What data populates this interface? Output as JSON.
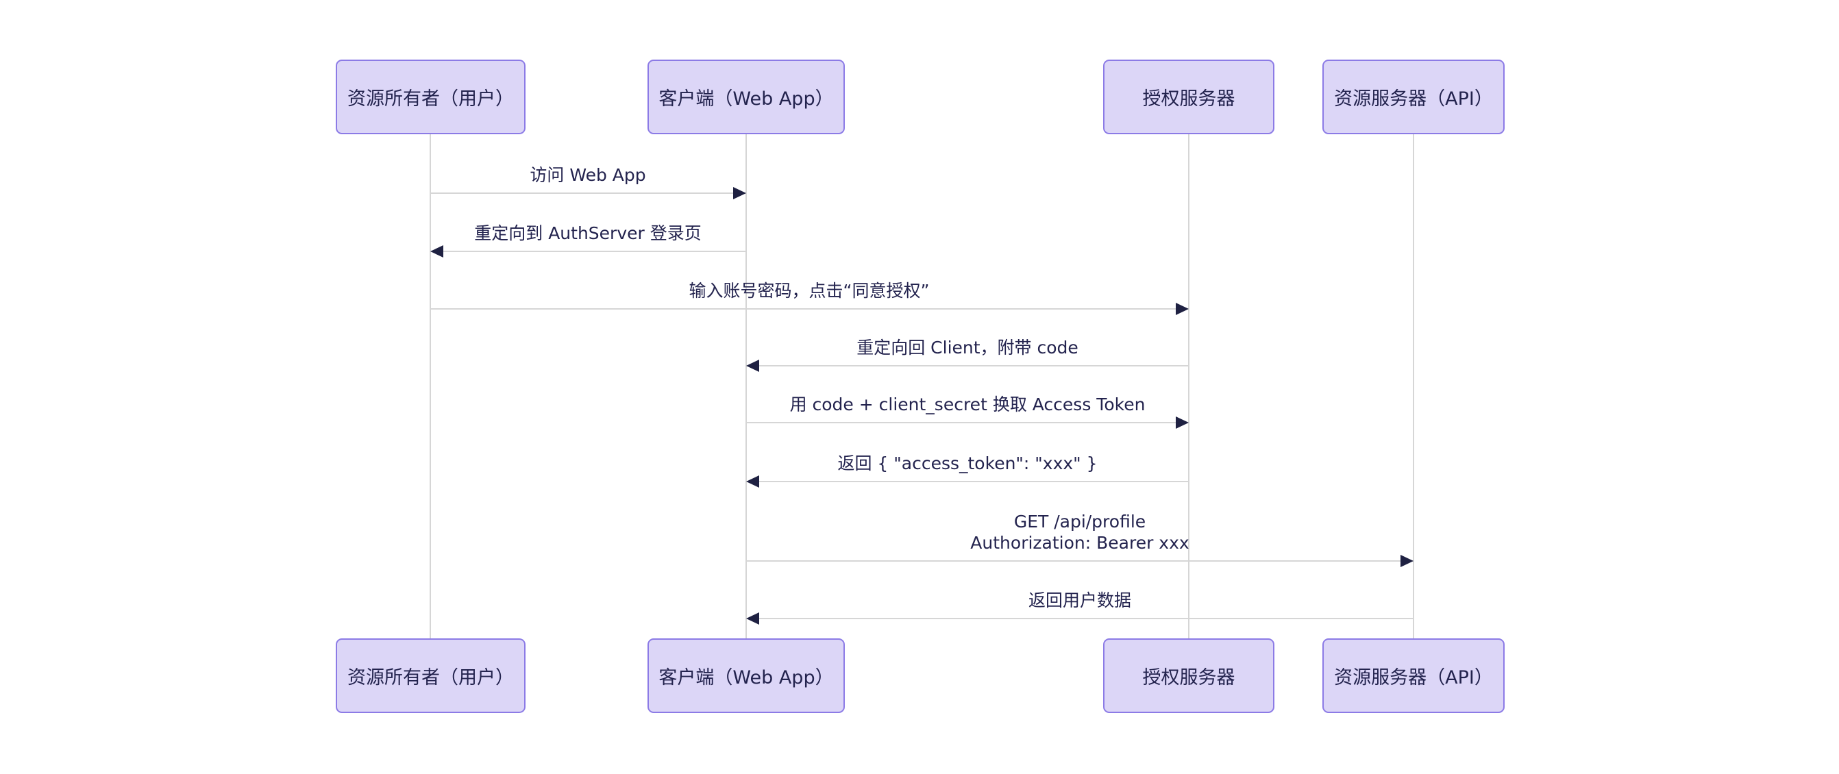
{
  "diagram_type": "sequence-diagram",
  "topic": "OAuth authorization code flow",
  "colors": {
    "background": "#ffffff",
    "actor-fill": "#dcd6f7",
    "actor-border": "#8c7be6",
    "text": "#23234e",
    "line": "#d6d6d6",
    "arrow": "#1f2142"
  },
  "actors": [
    {
      "id": "resource-owner",
      "label": "资源所有者（用户）"
    },
    {
      "id": "client",
      "label": "客户端（Web App）"
    },
    {
      "id": "auth-server",
      "label": "授权服务器"
    },
    {
      "id": "resource-server",
      "label": "资源服务器（API）"
    }
  ],
  "messages": [
    {
      "from": "resource-owner",
      "to": "client",
      "direction": "right",
      "label": "访问 Web App"
    },
    {
      "from": "client",
      "to": "resource-owner",
      "direction": "left",
      "label": "重定向到 AuthServer 登录页"
    },
    {
      "from": "resource-owner",
      "to": "auth-server",
      "direction": "right",
      "label": "输入账号密码，点击“同意授权”"
    },
    {
      "from": "auth-server",
      "to": "client",
      "direction": "left",
      "label": "重定向回 Client，附带 code"
    },
    {
      "from": "client",
      "to": "auth-server",
      "direction": "right",
      "label": "用 code + client_secret 换取 Access Token"
    },
    {
      "from": "auth-server",
      "to": "client",
      "direction": "left",
      "label": "返回 { \"access_token\": \"xxx\" }"
    },
    {
      "from": "client",
      "to": "resource-server",
      "direction": "right",
      "label_lines": [
        "GET /api/profile",
        "Authorization: Bearer xxx"
      ]
    },
    {
      "from": "resource-server",
      "to": "client",
      "direction": "left",
      "label": "返回用户数据"
    }
  ]
}
